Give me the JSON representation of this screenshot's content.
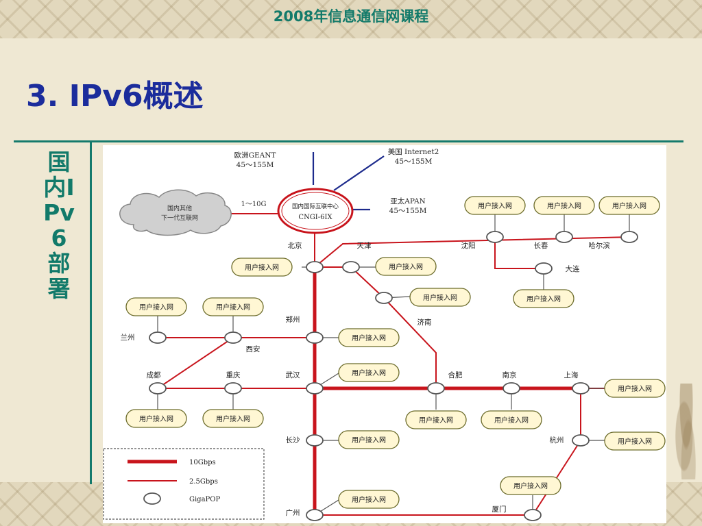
{
  "header": {
    "course_title": "2008年信息通信网课程"
  },
  "slide": {
    "title": "3. IPv6概述",
    "side_label": "国内IPv6部署"
  },
  "diagram": {
    "center": {
      "label_1": "国内国际互联中心",
      "label_2": "CNGI-6IX"
    },
    "cloud": {
      "label_1": "国内其他",
      "label_2": "下一代互联网"
    },
    "cloud_link_label": "1～10G",
    "international": {
      "geant": {
        "name": "欧洲GEANT",
        "speed": "45～155M"
      },
      "internet2": {
        "name": "美国  Internet2",
        "speed": "45～155M"
      },
      "apan": {
        "name": "亚太APAN",
        "speed": "45～155M"
      }
    },
    "access_label": "用户接入网",
    "cities": {
      "beijing": "北京",
      "tianjin": "天津",
      "shenyang": "沈阳",
      "changchun": "长春",
      "haerbin": "哈尔滨",
      "dalian": "大连",
      "zhengzhou": "郑州",
      "jinan": "济南",
      "lanzhou": "兰州",
      "xian": "西安",
      "chengdu": "成都",
      "chongqing": "重庆",
      "wuhan": "武汉",
      "hefei": "合肥",
      "nanjing": "南京",
      "shanghai": "上海",
      "changsha": "长沙",
      "hangzhou": "杭州",
      "guangzhou": "广州",
      "xiamen": "厦门"
    },
    "legend": [
      {
        "label": "10Gbps",
        "kind": "thick-line"
      },
      {
        "label": "2.5Gbps",
        "kind": "thin-line"
      },
      {
        "label": "GigaPOP",
        "kind": "node"
      }
    ],
    "colors": {
      "link": "#c8141c",
      "international_link": "#1c2a8c",
      "node_stroke": "#555555",
      "pill_fill": "#fff7d4",
      "pill_stroke": "#6b6b2a"
    }
  }
}
